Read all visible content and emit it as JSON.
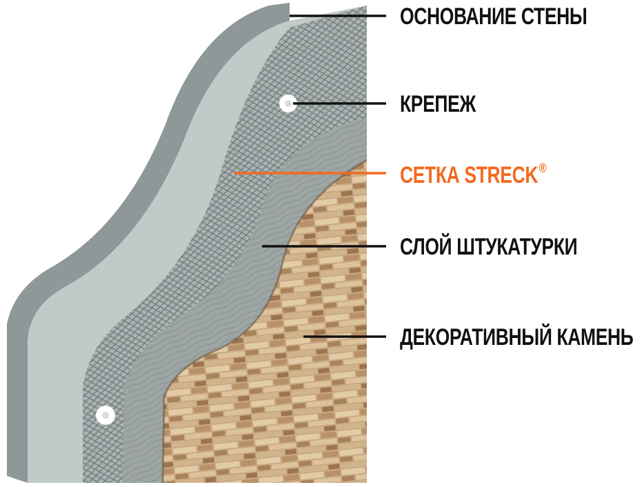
{
  "colors": {
    "text": "#111111",
    "accent": "#f26a21",
    "wall": "#bfc6c6",
    "wall_shadow": "#8f9898",
    "mesh": "#7e8787",
    "plaster": "#9aa1a1",
    "stone_light": "#d9c09a",
    "stone_dark": "#8a6a48",
    "anchor": "#ffffff"
  },
  "diagram": {
    "layers": [
      {
        "id": "wall",
        "label": "ОСНОВАНИЕ  СТЕНЫ",
        "highlight": false
      },
      {
        "id": "anchor",
        "label": "КРЕПЕЖ",
        "highlight": false
      },
      {
        "id": "mesh",
        "label": "СЕТКА STRECK",
        "mark": "®",
        "highlight": true
      },
      {
        "id": "plaster",
        "label": "СЛОЙ ШТУКАТУРКИ",
        "highlight": false
      },
      {
        "id": "stone",
        "label": "ДЕКОРАТИВНЫЙ КАМЕНЬ",
        "highlight": false
      }
    ]
  }
}
